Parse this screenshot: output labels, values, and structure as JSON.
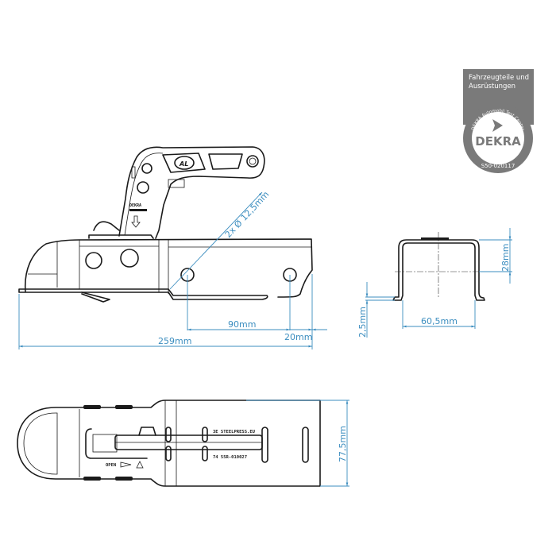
{
  "badge": {
    "line1": "Fahrzeugteile und",
    "line2": "Ausrüstungen",
    "ring_top": "DEKRA Automobil Test Center",
    "brand": "DEKRA",
    "ring_bottom1": "geprüft",
    "ring_bottom2": "S50-020117",
    "bg_color": "#7a7a7a"
  },
  "side_view": {
    "hole_label": "2x Ø 12,5mm",
    "dim_90": "90mm",
    "dim_20": "20mm",
    "dim_259": "259mm",
    "handle_marking": "DEKRA",
    "dimension_color": "#3b8dbf"
  },
  "cross_section": {
    "dim_height": "28mm",
    "dim_flange": "2,5mm",
    "dim_width": "60,5mm"
  },
  "top_view": {
    "dim_width": "77,5mm",
    "marking_1": "3E  STEELPRESS.EU",
    "marking_2": "74  55R-010027",
    "open_label": "OPEN"
  }
}
